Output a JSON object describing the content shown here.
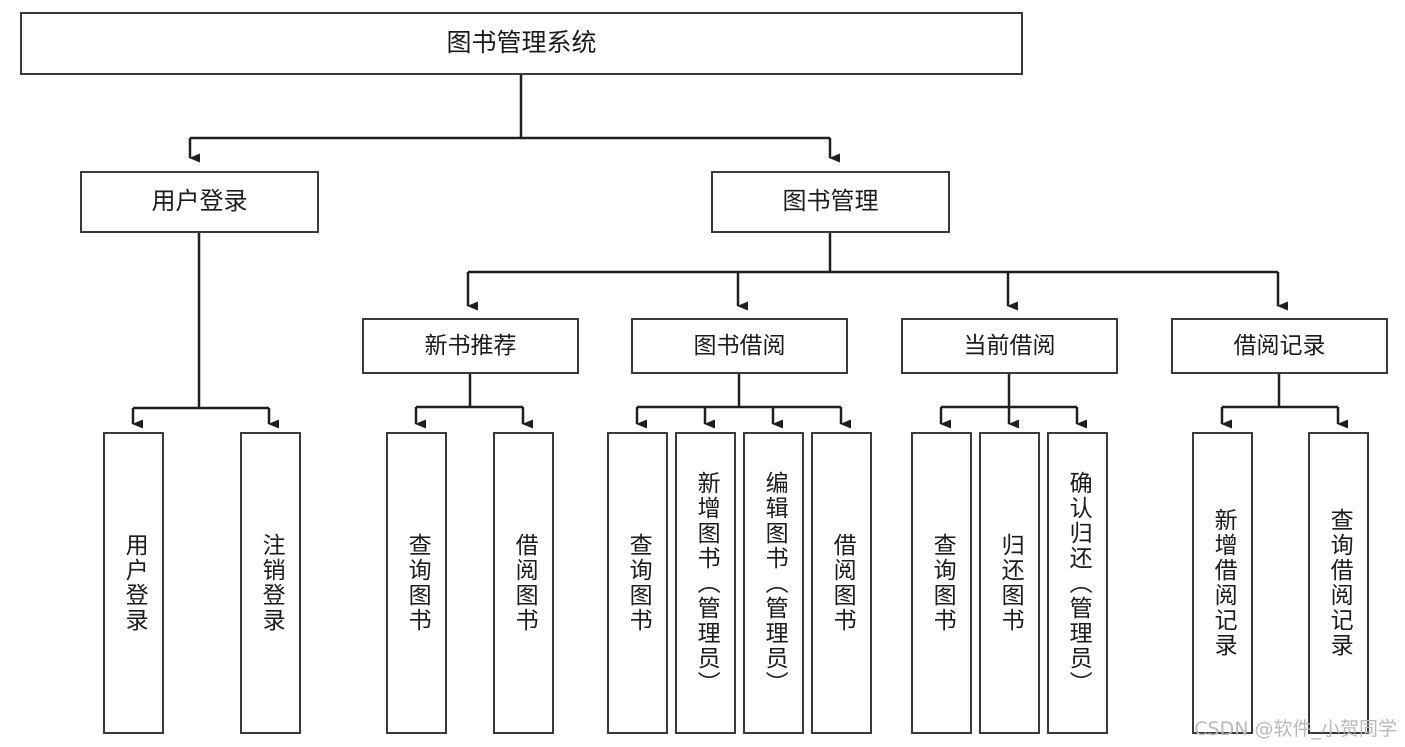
{
  "diagram": {
    "title": "图书管理系统",
    "type": "tree-hierarchy-chart",
    "colors": {
      "box_stroke": "#3a3a3a",
      "box_fill": "#ffffff",
      "edge": "#1f1f1f",
      "text": "#1b1b1b",
      "watermark": "#b9b9b9",
      "background": "#ffffff"
    },
    "nodes": {
      "root": {
        "label": "图书管理系统"
      },
      "level2": [
        {
          "id": "user-login",
          "label": "用户登录"
        },
        {
          "id": "book-manage",
          "label": "图书管理"
        }
      ],
      "level3": [
        {
          "id": "new-book-recommend",
          "label": "新书推荐"
        },
        {
          "id": "book-borrow",
          "label": "图书借阅"
        },
        {
          "id": "current-borrow",
          "label": "当前借阅"
        },
        {
          "id": "borrow-record",
          "label": "借阅记录"
        }
      ],
      "leaves": {
        "user-login": [
          {
            "id": "leaf-user-login",
            "label": "用户登录"
          },
          {
            "id": "leaf-logout-login",
            "label": "注销登录"
          }
        ],
        "new-book-recommend": [
          {
            "id": "leaf-query-book-1",
            "label": "查询图书"
          },
          {
            "id": "leaf-borrow-book-1",
            "label": "借阅图书"
          }
        ],
        "book-borrow": [
          {
            "id": "leaf-query-book-2",
            "label": "查询图书"
          },
          {
            "id": "leaf-add-book",
            "label": "新增图书（管理员）"
          },
          {
            "id": "leaf-edit-book",
            "label": "编辑图书（管理员）"
          },
          {
            "id": "leaf-borrow-book-2",
            "label": "借阅图书"
          }
        ],
        "current-borrow": [
          {
            "id": "leaf-query-book-3",
            "label": "查询图书"
          },
          {
            "id": "leaf-return-book",
            "label": "归还图书"
          },
          {
            "id": "leaf-confirm-return",
            "label": "确认归还（管理员）"
          }
        ],
        "borrow-record": [
          {
            "id": "leaf-add-record",
            "label": "新增借阅记录"
          },
          {
            "id": "leaf-query-record",
            "label": "查询借阅记录"
          }
        ]
      }
    },
    "watermark": "CSDN @软件_小贺同学"
  }
}
